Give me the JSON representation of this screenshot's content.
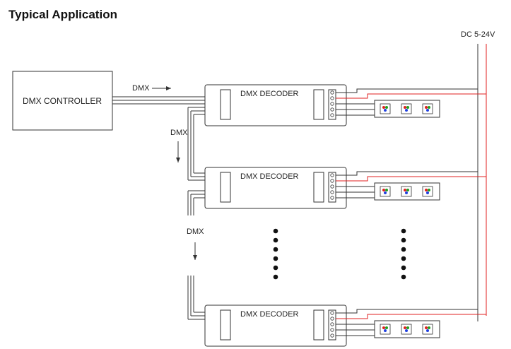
{
  "title": "Typical Application",
  "power_label": "DC 5-24V",
  "controller_label": "DMX CONTROLLER",
  "decoder_label": "DMX DECODER",
  "dmx_label": "DMX",
  "colors": {
    "wire": "#333333",
    "power_positive": "#e02020",
    "led_red": "#e02020",
    "led_green": "#20a020",
    "led_blue": "#2040e0"
  }
}
